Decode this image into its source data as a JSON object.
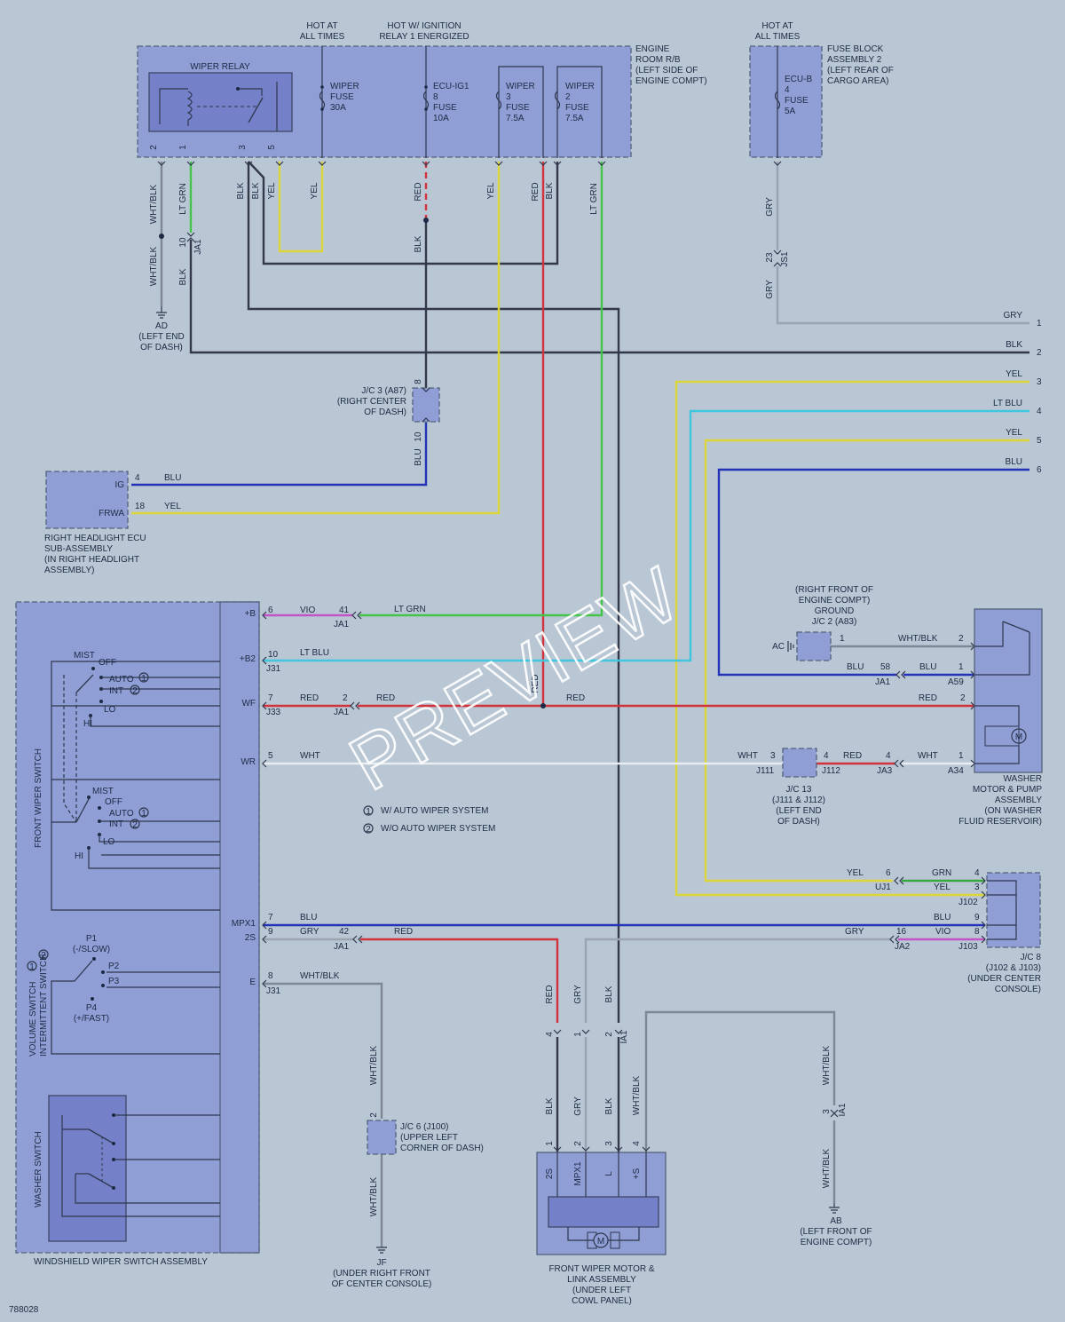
{
  "colors": {
    "BLK": "#33384a",
    "RED": "#d1323c",
    "YEL": "#dcd63a",
    "LT_GRN": "#44c54a",
    "LT_BLU": "#3fc7df",
    "BLU": "#2233b8",
    "GRY": "#9aa4b2",
    "WHT": "#e8edf2",
    "WHT_BLK": "#7e8796",
    "VIO": "#c453c8",
    "GRN": "#36a83f"
  },
  "top": {
    "hot_all": "HOT AT\nALL TIMES",
    "hot_ign": "HOT W/ IGNITION\nRELAY 1 ENERGIZED",
    "hot_all2": "HOT AT\nALL TIMES"
  },
  "relay_block": {
    "name": "ENGINE\nROOM R/B\n(LEFT SIDE OF\nENGINE COMPT)",
    "relay": "WIPER RELAY",
    "pins": [
      "2",
      "1",
      "3",
      "5"
    ],
    "fuse1": "WIPER\nFUSE\n30A",
    "fuse2": "ECU-IG1\n8\nFUSE\n10A",
    "fuse3": "WIPER\n3\nFUSE\n7.5A",
    "fuse4": "WIPER\n2\nFUSE\n7.5A"
  },
  "fuse_block2": {
    "name": "FUSE BLOCK\nASSEMBLY 2\n(LEFT REAR OF\nCARGO AREA)",
    "fuse": "ECU-B\n4\nFUSE\n5A"
  },
  "wire_labels": {
    "whtblk": "WHT/BLK",
    "ltgrn": "LT GRN",
    "blk": "BLK",
    "yel": "YEL",
    "red": "RED",
    "gry": "GRY",
    "blu": "BLU",
    "vio": "VIO",
    "wht": "WHT",
    "ltblu": "LT BLU",
    "grn": "GRN"
  },
  "connectors": {
    "ja1": "JA1",
    "js1": "JS1",
    "j31": "J31",
    "j33": "J33",
    "ja2": "JA2",
    "ja3": "JA3",
    "j111": "J111",
    "j112": "J112",
    "a34": "A34",
    "a59": "A59",
    "uj1": "UJ1",
    "j102": "J102",
    "j103": "J103",
    "ia1": "IA1",
    "n10": "10",
    "n23": "23",
    "n8": "8",
    "n4": "4",
    "n18": "18",
    "n6": "6",
    "n41": "41",
    "n2": "2",
    "n58": "58",
    "n1": "1",
    "n3": "3",
    "n5": "5",
    "n7": "7",
    "n9": "9",
    "n42": "42",
    "n16": "16"
  },
  "grounds": {
    "ad": "AD\n(LEFT END\nOF DASH)",
    "ab": "AB\n(LEFT FRONT OF\nENGINE COMPT)",
    "jf": "JF\n(UNDER RIGHT FRONT\nOF CENTER CONSOLE)",
    "ac": "AC"
  },
  "jc": {
    "jc3": "J/C 3 (A87)\n(RIGHT CENTER\nOF DASH)",
    "jc2": "(RIGHT FRONT OF\nENGINE COMPT)\nGROUND\nJ/C 2 (A83)",
    "jc13": "J/C 13\n(J111 & J112)\n(LEFT END\nOF DASH)",
    "jc8": "J/C 8\n(J102 & J103)\n(UNDER CENTER\nCONSOLE)",
    "jc6": "J/C 6 (J100)\n(UPPER LEFT\nCORNER OF DASH)"
  },
  "headlight_ecu": {
    "name": "RIGHT HEADLIGHT ECU\nSUB-ASSEMBLY\n(IN RIGHT HEADLIGHT\nASSEMBLY)",
    "ig": "IG",
    "frwa": "FRWA"
  },
  "right_bus": {
    "labels": [
      "GRY",
      "BLK",
      "YEL",
      "LT BLU",
      "YEL",
      "BLU"
    ],
    "nums": [
      "1",
      "2",
      "3",
      "4",
      "5",
      "6"
    ]
  },
  "switch_assy": {
    "name": "WINDSHIELD WIPER SWITCH ASSEMBLY",
    "front": "FRONT WIPER SWITCH",
    "volume": "VOLUME SWITCH\nINTERMITTENT SWITCH",
    "washer": "WASHER SWITCH",
    "terms": [
      "+B",
      "+B2",
      "WF",
      "WR",
      "MPX1",
      "2S",
      "E"
    ],
    "mist": "MIST",
    "off": "OFF",
    "auto": "AUTO",
    "int": "INT",
    "lo": "LO",
    "hi": "HI",
    "p1": "P1\n(-/SLOW)",
    "p2": "P2",
    "p3": "P3",
    "p4": "P4\n(+/FAST)",
    "c1": "1",
    "c2": "2"
  },
  "legend": {
    "l1": "W/ AUTO WIPER SYSTEM",
    "l2": "W/O AUTO WIPER SYSTEM",
    "n1": "1",
    "n2": "2"
  },
  "washer_motor": {
    "name": "WASHER\nMOTOR & PUMP\nASSEMBLY\n(ON WASHER\nFLUID RESERVOIR)",
    "m": "M"
  },
  "wiper_motor": {
    "name": "FRONT WIPER MOTOR &\nLINK ASSEMBLY\n(UNDER LEFT\nCOWL PANEL)",
    "pins": [
      "2S",
      "MPX1",
      "L",
      "+S"
    ],
    "m": "M"
  },
  "code": "788028",
  "watermark": "PREVIEW"
}
